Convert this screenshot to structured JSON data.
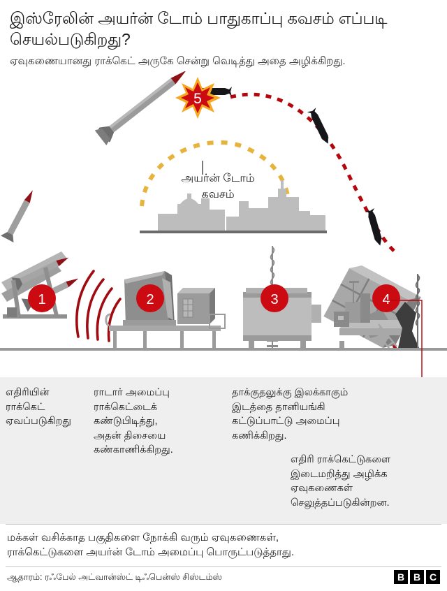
{
  "header": {
    "title": "இஸ்ரேலின் அயர்ன் டோம் பாதுகாப்பு கவசம் எப்படி செயல்படுகிறது?",
    "subtitle": "ஏவுகணையானது ராக்கெட் அருகே சென்று வெடித்து அதை அழிக்கிறது."
  },
  "illustration": {
    "dome_label_line1": "அயர்ன் டோம்",
    "dome_label_line2": "கவசம்",
    "markers": [
      {
        "id": "1",
        "label": "1"
      },
      {
        "id": "2",
        "label": "2"
      },
      {
        "id": "3",
        "label": "3"
      },
      {
        "id": "4",
        "label": "4"
      },
      {
        "id": "5",
        "label": "5"
      }
    ],
    "colors": {
      "marker_red": "#cc0a11",
      "dome_dash": "#e8b33c",
      "rocket_trail": "#b3060d",
      "equipment_gray": "#a8a8a8",
      "equipment_dark": "#6e6e6e",
      "skyline_gray": "#bdbdbd",
      "ground": "#6b6b6b",
      "band_bg": "#efefef",
      "explosion_outer": "#f5a623",
      "explosion_inner": "#cc0a11"
    }
  },
  "captions": [
    {
      "num": "1",
      "text": "எதிரியின்\nராக்கெட்\nஏவப்படுகிறது"
    },
    {
      "num": "2",
      "text": "ராடார் அமைப்பு\nராக்கெட்டைக்\nகண்டுபிடித்து,\nஅதன் திசையை\nகண்காணிக்கிறது."
    },
    {
      "num": "3",
      "text": "தாக்குதலுக்கு இலக்காகும்\nஇடத்தை தானியங்கி\nகட்டுப்பாட்டு அமைப்பு\nகணிக்கிறது."
    },
    {
      "num": "4",
      "text": "எதிரி ராக்கெட்டுகளை\nஇடைமறித்து அழிக்க\nஏவுகணைகள்\nசெலுத்தப்படுகின்றன."
    }
  ],
  "summary": {
    "text": "மக்கள் வசிக்காத பகுதிகளை நோக்கி வரும் ஏவுகணைகள்,\nராக்கெட்டுகளை அயர்ன் டோம் அமைப்பு பொருட்படுத்தாது."
  },
  "footer": {
    "source": "ஆதாரம்: ரஃபேல் அட்வான்ஸ்ட் டிஃபென்ஸ் சிஸ்டம்ஸ்",
    "logo": [
      "B",
      "B",
      "C"
    ]
  }
}
